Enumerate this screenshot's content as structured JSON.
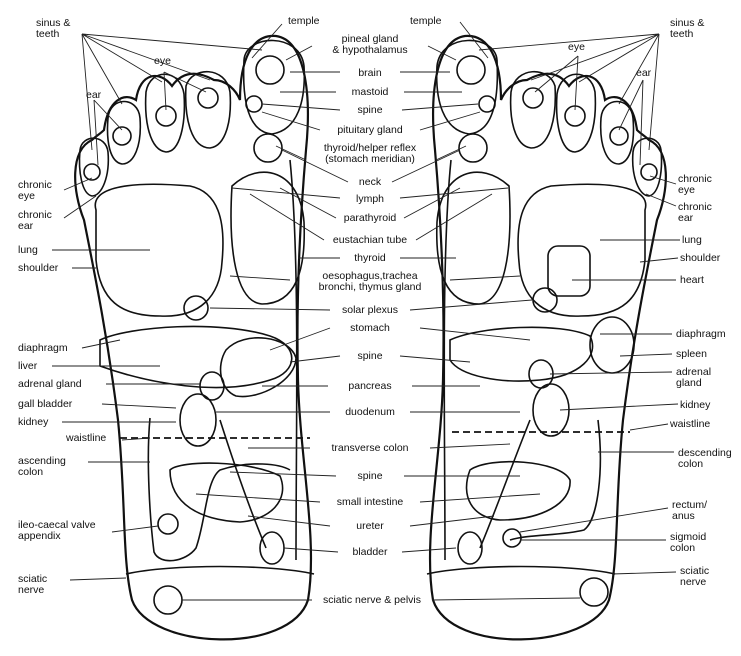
{
  "left_labels": {
    "sinus_teeth": [
      "sinus &",
      "teeth"
    ],
    "eye": "eye",
    "ear": "ear",
    "chronic_eye": [
      "chronic",
      "eye"
    ],
    "chronic_ear": [
      "chronic",
      "ear"
    ],
    "lung": "lung",
    "shoulder": "shoulder",
    "diaphragm": "diaphragm",
    "liver": "liver",
    "adrenal_gland": "adrenal gland",
    "gall_bladder": "gall bladder",
    "kidney": "kidney",
    "waistline": "waistline",
    "ascending_colon": [
      "ascending",
      "colon"
    ],
    "ileo_caecal": [
      "ileo-caecal valve",
      "appendix"
    ],
    "sciatic_nerve": [
      "sciatic",
      "nerve"
    ]
  },
  "right_labels": {
    "sinus_teeth": [
      "sinus &",
      "teeth"
    ],
    "eye": "eye",
    "ear": "ear",
    "chronic_eye": [
      "chronic",
      "eye"
    ],
    "chronic_ear": [
      "chronic",
      "ear"
    ],
    "lung": "lung",
    "shoulder": "shoulder",
    "heart": "heart",
    "diaphragm": "diaphragm",
    "spleen": "spleen",
    "adrenal_gland": [
      "adrenal",
      "gland"
    ],
    "kidney": "kidney",
    "waistline": "waistline",
    "descending_colon": [
      "descending",
      "colon"
    ],
    "rectum_anus": [
      "rectum/",
      "anus"
    ],
    "sigmoid_colon": [
      "sigmoid",
      "colon"
    ],
    "sciatic_nerve": [
      "sciatic",
      "nerve"
    ]
  },
  "center_labels": {
    "temple": "temple",
    "pineal": [
      "pineal gland",
      "& hypothalamus"
    ],
    "brain": "brain",
    "mastoid": "mastoid",
    "spine_upper": "spine",
    "pituitary": "pituitary gland",
    "thyroid_helper": [
      "thyroid/helper reflex",
      "(stomach meridian)"
    ],
    "neck": "neck",
    "lymph": "lymph",
    "parathyroid": "parathyroid",
    "eustachian": "eustachian tube",
    "thyroid": "thyroid",
    "oesophagus": [
      "oesophagus,trachea",
      "bronchi, thymus gland"
    ],
    "solar_plexus": "solar plexus",
    "stomach": "stomach",
    "spine_mid": "spine",
    "pancreas": "pancreas",
    "duodenum": "duodenum",
    "transverse_colon": "transverse colon",
    "spine_lower": "spine",
    "small_intestine": "small intestine",
    "ureter": "ureter",
    "bladder": "bladder",
    "sciatic_pelvis": "sciatic nerve & pelvis"
  }
}
